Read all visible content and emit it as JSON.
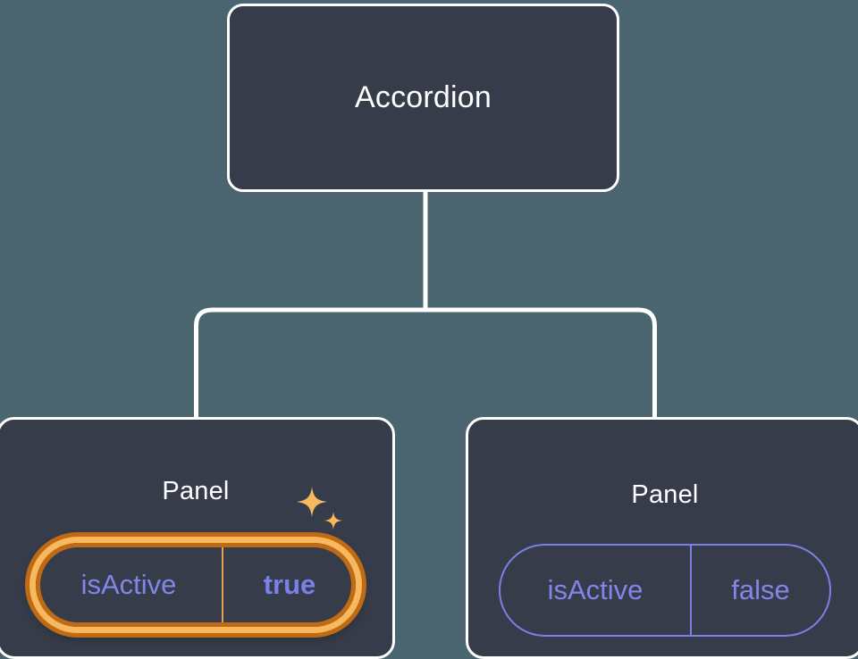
{
  "diagram": {
    "type": "component-tree",
    "background_color": "#4b6570",
    "node_fill_color": "#363C4A",
    "node_border_color": "#ffffff",
    "connector_color": "#ffffff",
    "accent_purple": "#8186e8",
    "highlight_amber": "#f7b85e",
    "highlight_amber_dark": "#c06a14",
    "root": {
      "label": "Accordion"
    },
    "children": [
      {
        "label": "Panel",
        "highlighted": true,
        "prop": {
          "key": "isActive",
          "value": "true"
        },
        "sparkle_icons": [
          "sparkle-large-icon",
          "sparkle-small-icon"
        ]
      },
      {
        "label": "Panel",
        "highlighted": false,
        "prop": {
          "key": "isActive",
          "value": "false"
        }
      }
    ]
  }
}
